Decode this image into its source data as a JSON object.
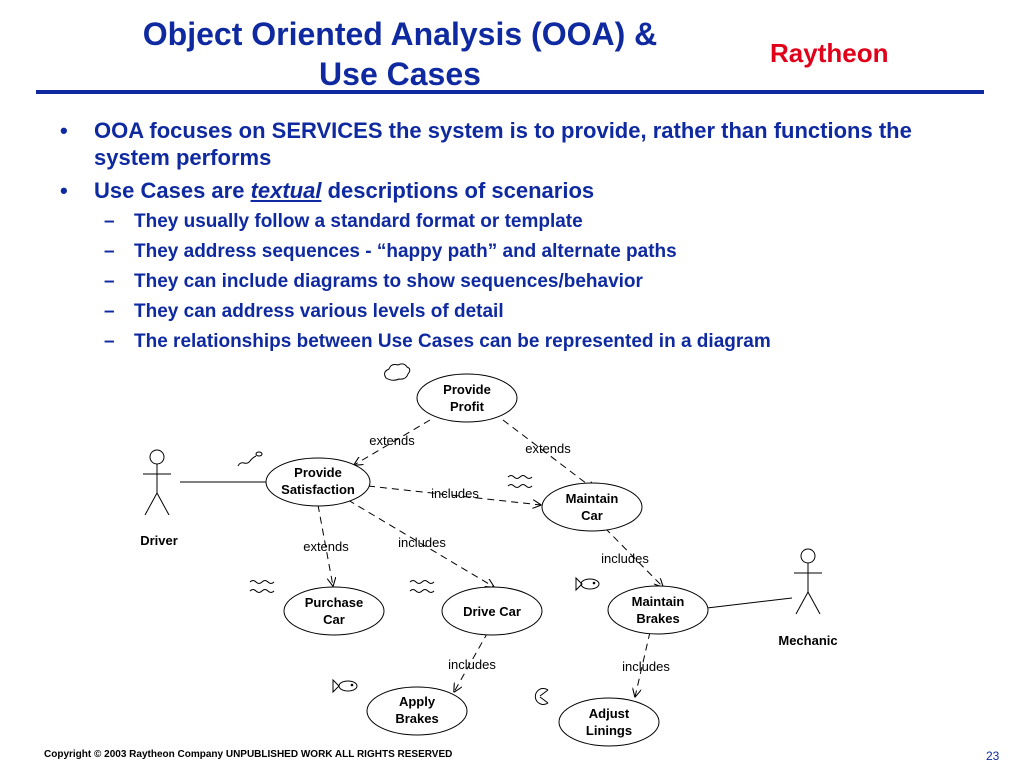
{
  "slide": {
    "title_line1": "Object Oriented Analysis (OOA) &",
    "title_line2": "Use Cases",
    "brand": "Raytheon",
    "bullets": [
      {
        "text": "OOA focuses on SERVICES the system is to provide, rather than functions the system performs"
      },
      {
        "prefix": "Use Cases are ",
        "emph": "textual",
        "suffix": " descriptions of scenarios"
      }
    ],
    "sub_bullets": [
      "They usually follow a standard format or template",
      "They address sequences - “happy path” and alternate paths",
      "They can include diagrams to show sequences/behavior",
      "They can address various levels of detail",
      "The relationships between Use Cases can be represented in a diagram"
    ],
    "footer": "Copyright © 2003 Raytheon Company UNPUBLISHED WORK ALL RIGHTS RESERVED",
    "page_number": "23"
  },
  "diagram": {
    "actors": [
      {
        "id": "driver",
        "label": "Driver"
      },
      {
        "id": "mechanic",
        "label": "Mechanic"
      }
    ],
    "use_cases": [
      {
        "id": "provide_profit",
        "lines": [
          "Provide",
          "Profit"
        ]
      },
      {
        "id": "provide_satisfaction",
        "lines": [
          "Provide",
          "Satisfaction"
        ]
      },
      {
        "id": "maintain_car",
        "lines": [
          "Maintain",
          "Car"
        ]
      },
      {
        "id": "purchase_car",
        "lines": [
          "Purchase",
          "Car"
        ]
      },
      {
        "id": "drive_car",
        "lines": [
          "Drive Car"
        ]
      },
      {
        "id": "maintain_brakes",
        "lines": [
          "Maintain",
          "Brakes"
        ]
      },
      {
        "id": "apply_brakes",
        "lines": [
          "Apply",
          "Brakes"
        ]
      },
      {
        "id": "adjust_linings",
        "lines": [
          "Adjust",
          "Linings"
        ]
      }
    ],
    "relations": [
      {
        "id": "r1",
        "label": "extends"
      },
      {
        "id": "r2",
        "label": "extends"
      },
      {
        "id": "r3",
        "label": "includes"
      },
      {
        "id": "r4",
        "label": "extends"
      },
      {
        "id": "r5",
        "label": "includes"
      },
      {
        "id": "r6",
        "label": "includes"
      },
      {
        "id": "r7",
        "label": "includes"
      },
      {
        "id": "r8",
        "label": "includes"
      }
    ],
    "decoration_icons": [
      "cloud-icon",
      "sperm-icon",
      "waves-icon",
      "fish-icon",
      "pacman-icon"
    ]
  }
}
